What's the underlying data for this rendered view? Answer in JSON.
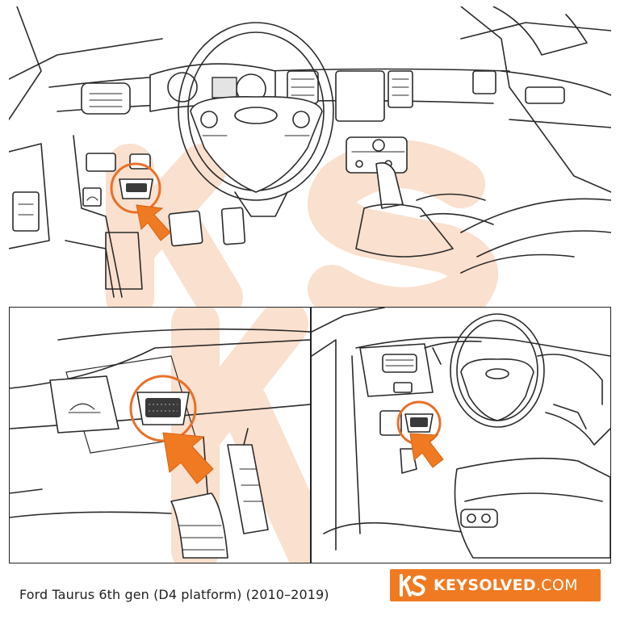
{
  "caption": "Ford Taurus 6th gen (D4 platform) (2010–2019)",
  "brand": {
    "name_bold": "KEYSOLVED",
    "name_suffix": ".COM",
    "color": "#f07a22"
  },
  "views": [
    {
      "name": "dashboard-overview",
      "highlight": "obd-port"
    },
    {
      "name": "close-up-under-dash",
      "highlight": "obd-port"
    },
    {
      "name": "driver-door-view",
      "highlight": "obd-port"
    }
  ],
  "highlight_color": "#e8702a"
}
